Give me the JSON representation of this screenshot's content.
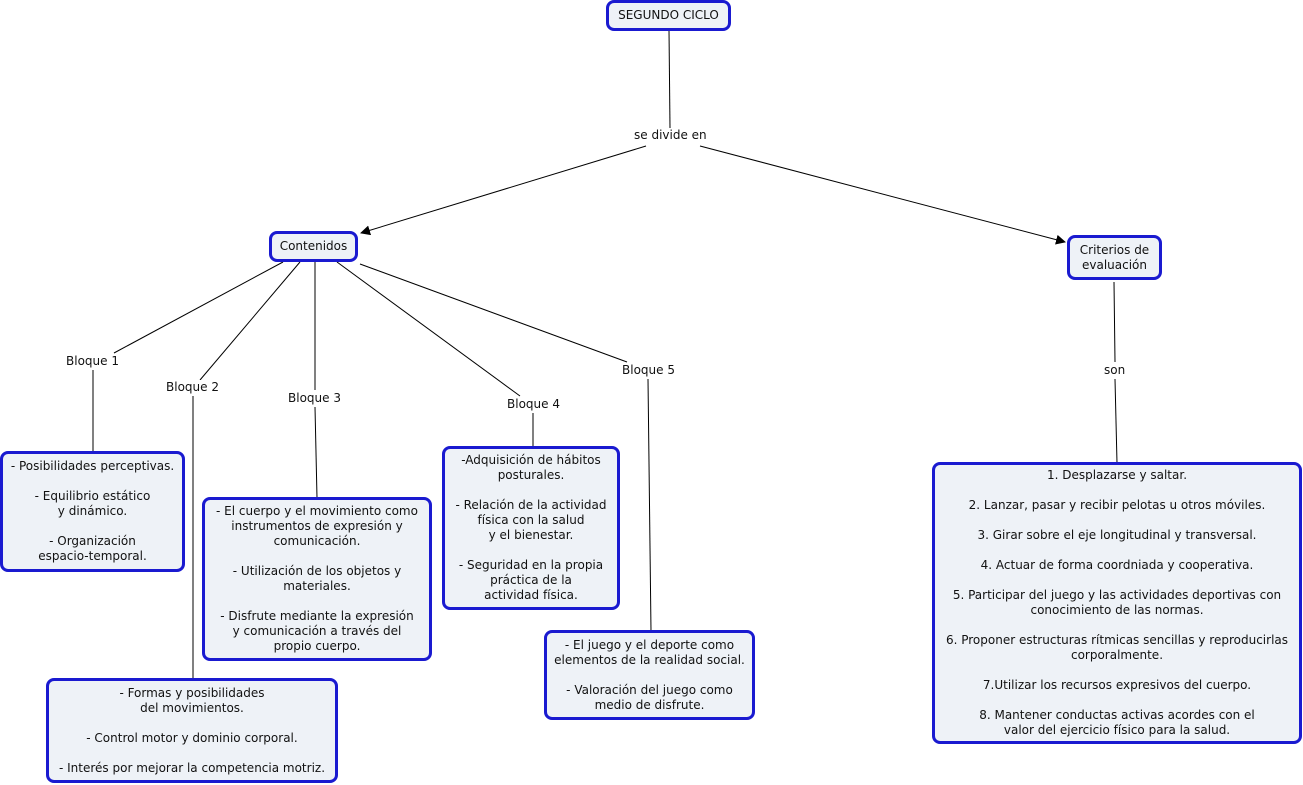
{
  "root": "SEGUNDO CICLO",
  "link_root": "se divide en",
  "contenidos": "Contenidos",
  "criterios": "Criterios de\nevaluación",
  "link_criterios": "son",
  "bloques": {
    "b1": {
      "label": "Bloque 1",
      "text": "- Posibilidades perceptivas.\n\n- Equilibrio estático\ny dinámico.\n\n- Organización\nespacio-temporal."
    },
    "b2": {
      "label": "Bloque 2",
      "text": "- Formas y posibilidades\ndel movimientos.\n\n- Control motor y dominio corporal.\n\n- Interés por mejorar la competencia motriz."
    },
    "b3": {
      "label": "Bloque 3",
      "text": "- El cuerpo y el movimiento como\ninstrumentos de expresión y\ncomunicación.\n\n- Utilización de los objetos y\nmateriales.\n\n- Disfrute mediante la expresión\ny comunicación a través del\npropio cuerpo."
    },
    "b4": {
      "label": "Bloque 4",
      "text": "-Adquisición de hábitos\nposturales.\n\n- Relación de la actividad\nfísica con la salud\ny el bienestar.\n\n- Seguridad en la propia\npráctica de la\nactividad física."
    },
    "b5": {
      "label": "Bloque 5",
      "text": "- El juego y el deporte como\nelementos de la realidad social.\n\n- Valoración del juego como\nmedio de disfrute."
    }
  },
  "criterios_lista": "1. Desplazarse y saltar.\n\n2. Lanzar, pasar y recibir pelotas u otros móviles.\n\n3. Girar sobre el eje longitudinal y transversal.\n\n4. Actuar de forma coordniada y cooperativa.\n\n5. Participar del juego y las actividades deportivas con\nconocimiento de las normas.\n\n6. Proponer estructuras rítmicas sencillas y reproducirlas\ncorporalmente.\n\n7.Utilizar los recursos expresivos del cuerpo.\n\n8. Mantener conductas activas acordes con el\nvalor del ejercicio físico para la salud.",
  "colors": {
    "border": "#1a1ad0",
    "fill": "#eef2f7",
    "line": "#000000"
  }
}
